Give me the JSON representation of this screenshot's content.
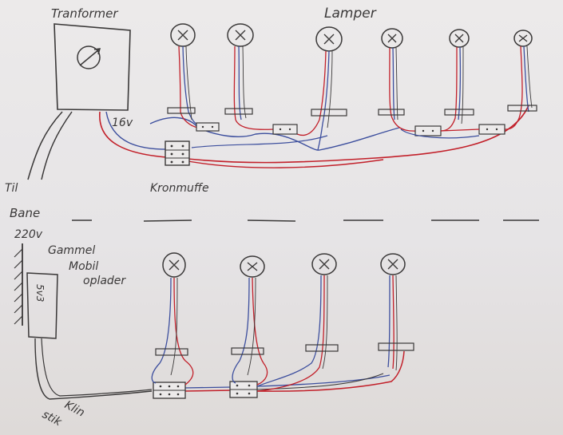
{
  "labels": {
    "transformer": "Tranformer",
    "lamps": "Lamper",
    "voltage_16": "16v",
    "connector_top": "Kronmuffe",
    "to_grid_1": "Til",
    "to_grid_2": "Bane",
    "voltage_220": "220v",
    "charger_1": "Gammel",
    "charger_2": "Mobil",
    "charger_3": "oplader",
    "charger_box": "5v3",
    "bottom_1": "Klin",
    "bottom_2": "stik"
  },
  "colors": {
    "paper": "#e8e6e6",
    "ink": "#3a3838",
    "wire_red": "#c2202a",
    "wire_blue": "#3d4f9e"
  },
  "top_row": {
    "lamp_count": 6,
    "connector_count": 5
  },
  "bottom_row": {
    "lamp_count": 4,
    "connector_count": 2
  }
}
